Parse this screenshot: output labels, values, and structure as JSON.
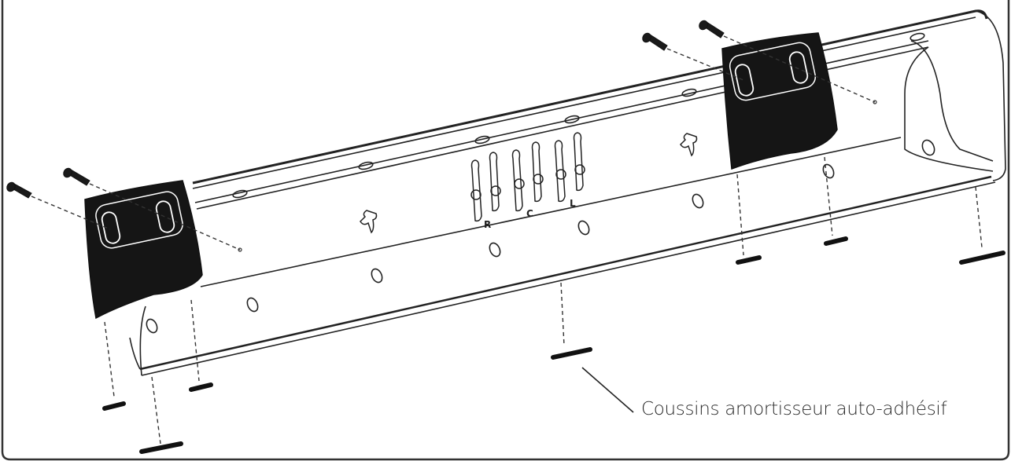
{
  "caption": "Coussins amortisseur auto-adhésif",
  "clip_labels": [
    "R",
    "C",
    "L"
  ],
  "colors": {
    "line": "#222222",
    "bracket": "#151515",
    "frame": "#333333",
    "background": "#ffffff"
  },
  "parts": [
    "wall-mount-bracket",
    "end-cap-left",
    "end-cap-right",
    "mounting-screw",
    "self-adhesive-pad",
    "cable-clip"
  ]
}
